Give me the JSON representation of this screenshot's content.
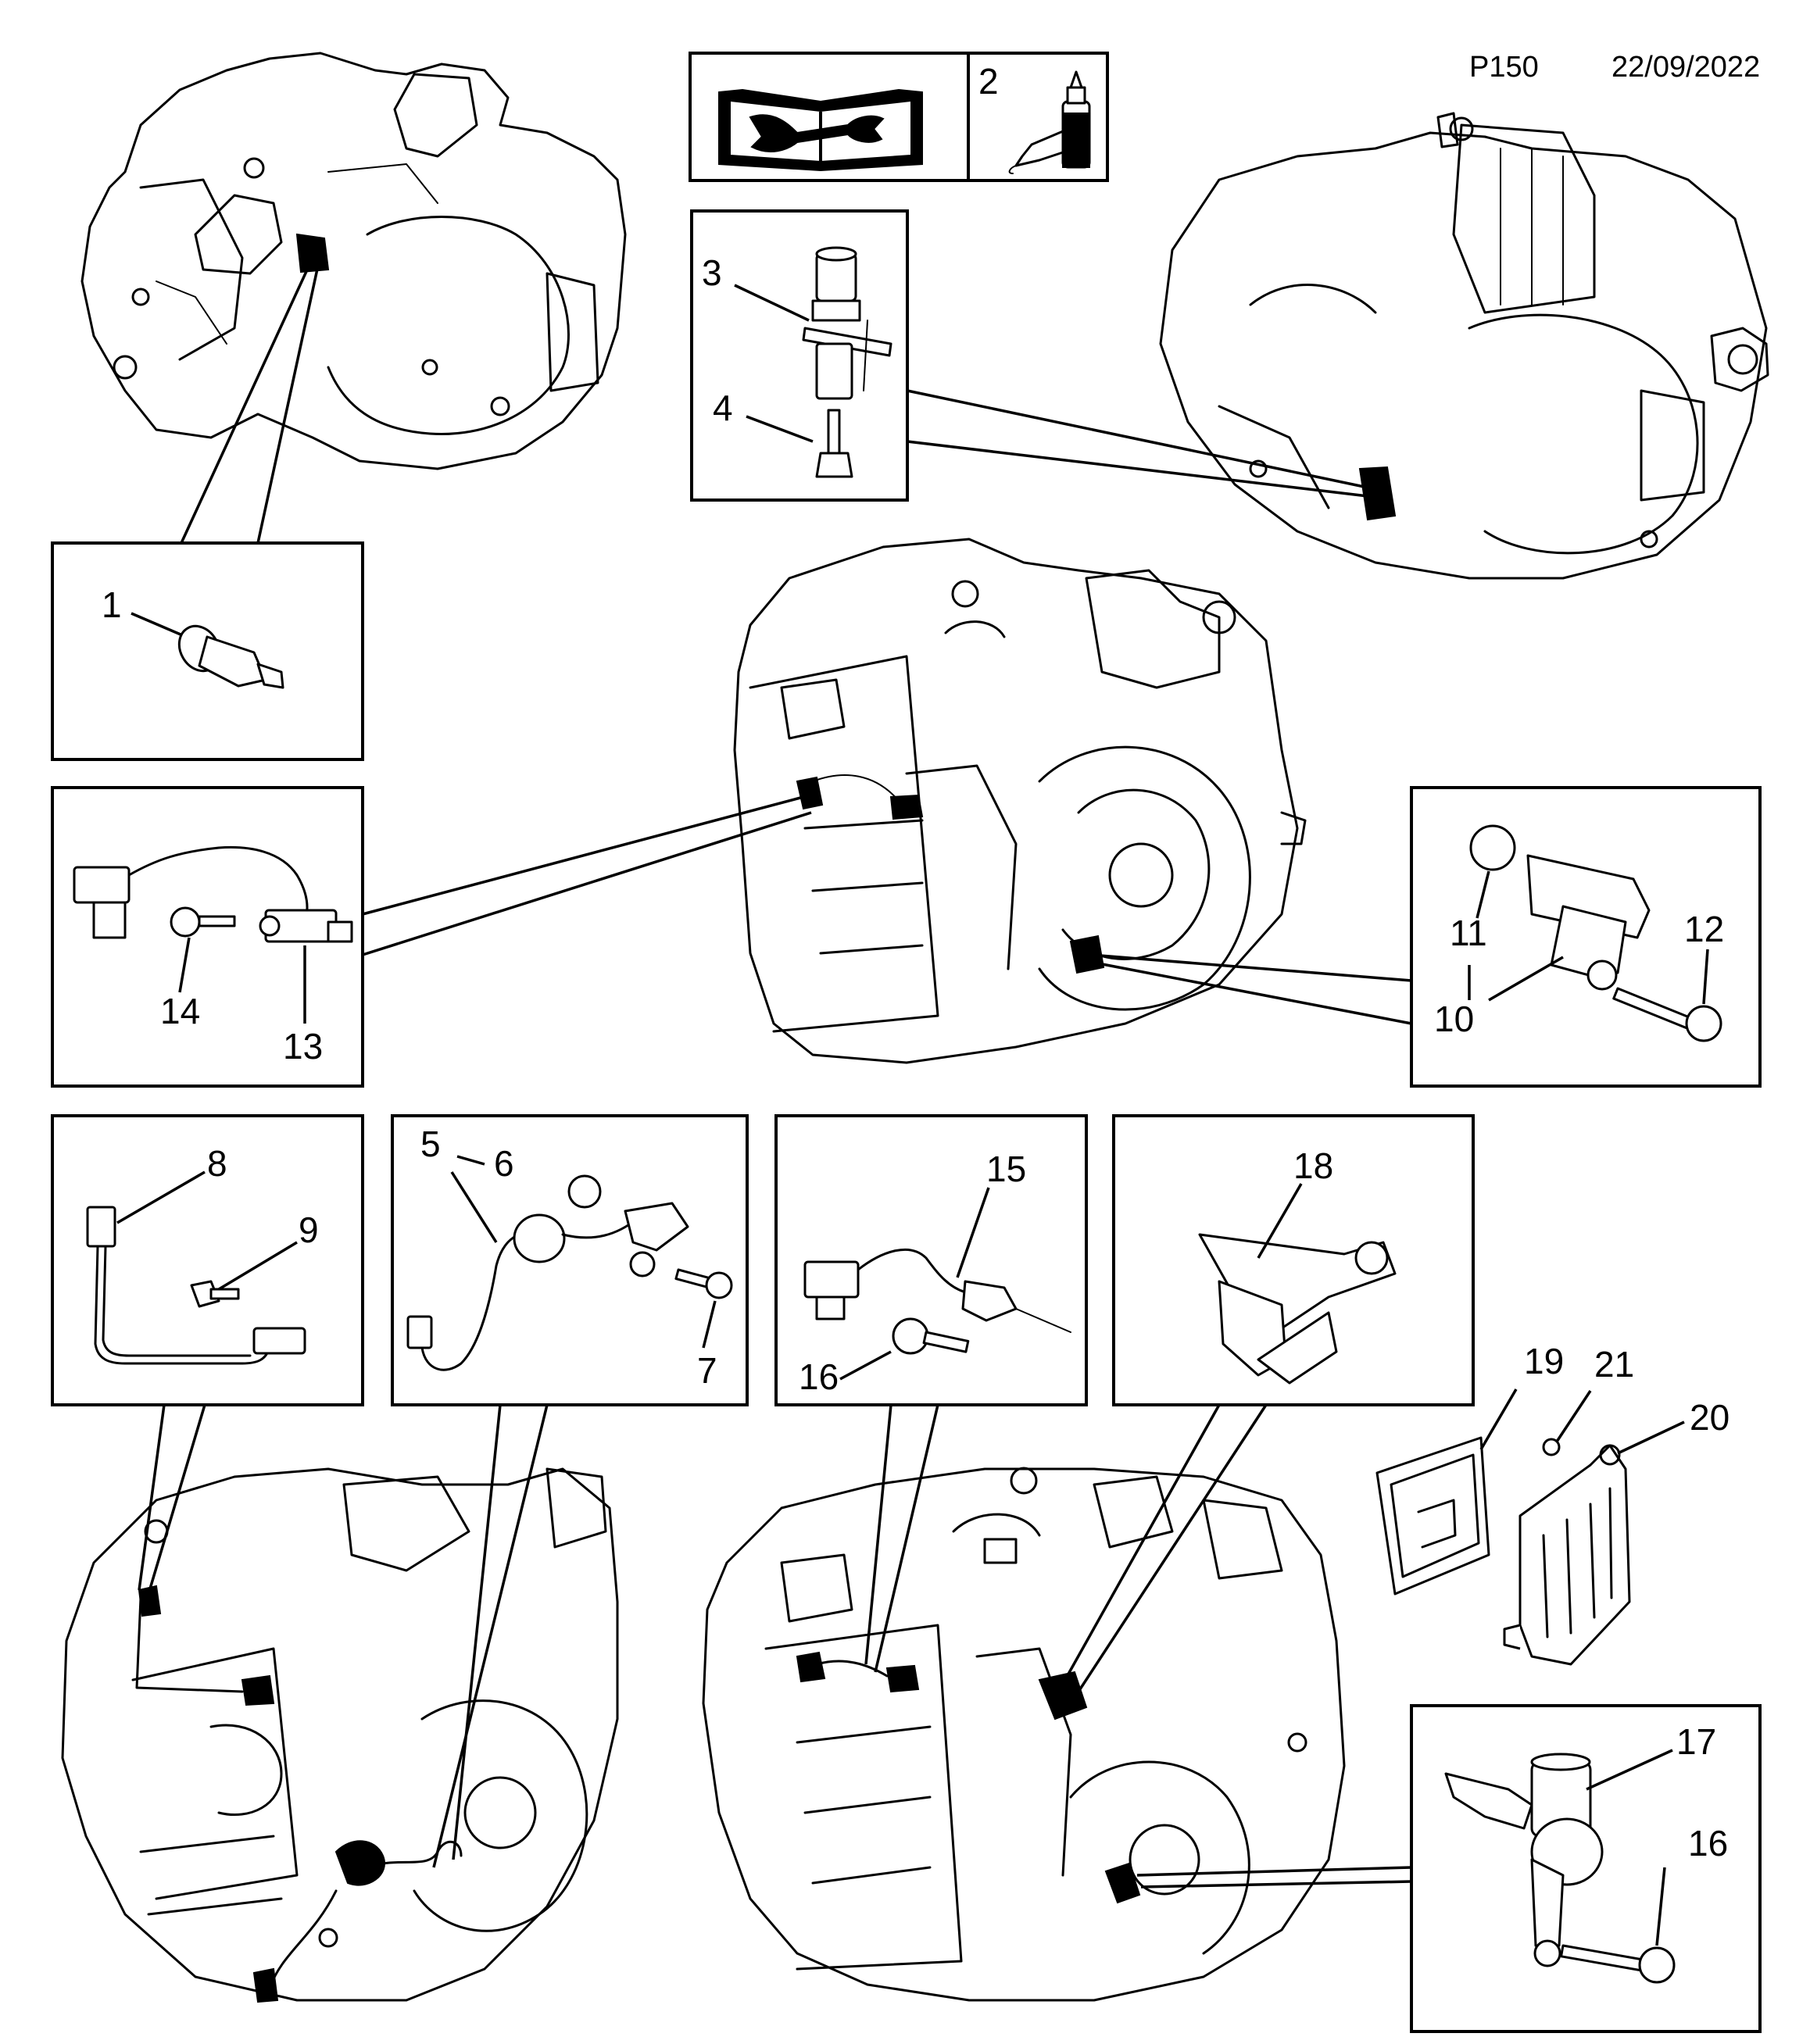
{
  "header": {
    "page_code": "P150",
    "date": "22/09/2022"
  },
  "icons": {
    "manual": "manual-wrench-icon",
    "lubricant": "lubricant-bottle-icon"
  },
  "callouts": {
    "c1": "1",
    "c2": "2",
    "c3": "3",
    "c4": "4",
    "c5": "5",
    "c6": "6",
    "c7": "7",
    "c8": "8",
    "c9": "9",
    "c10": "10",
    "c11": "11",
    "c12": "12",
    "c13": "13",
    "c14": "14",
    "c15": "15",
    "c16a": "16",
    "c16b": "16",
    "c17": "17",
    "c18": "18",
    "c19": "19",
    "c20": "20",
    "c21": "21"
  }
}
